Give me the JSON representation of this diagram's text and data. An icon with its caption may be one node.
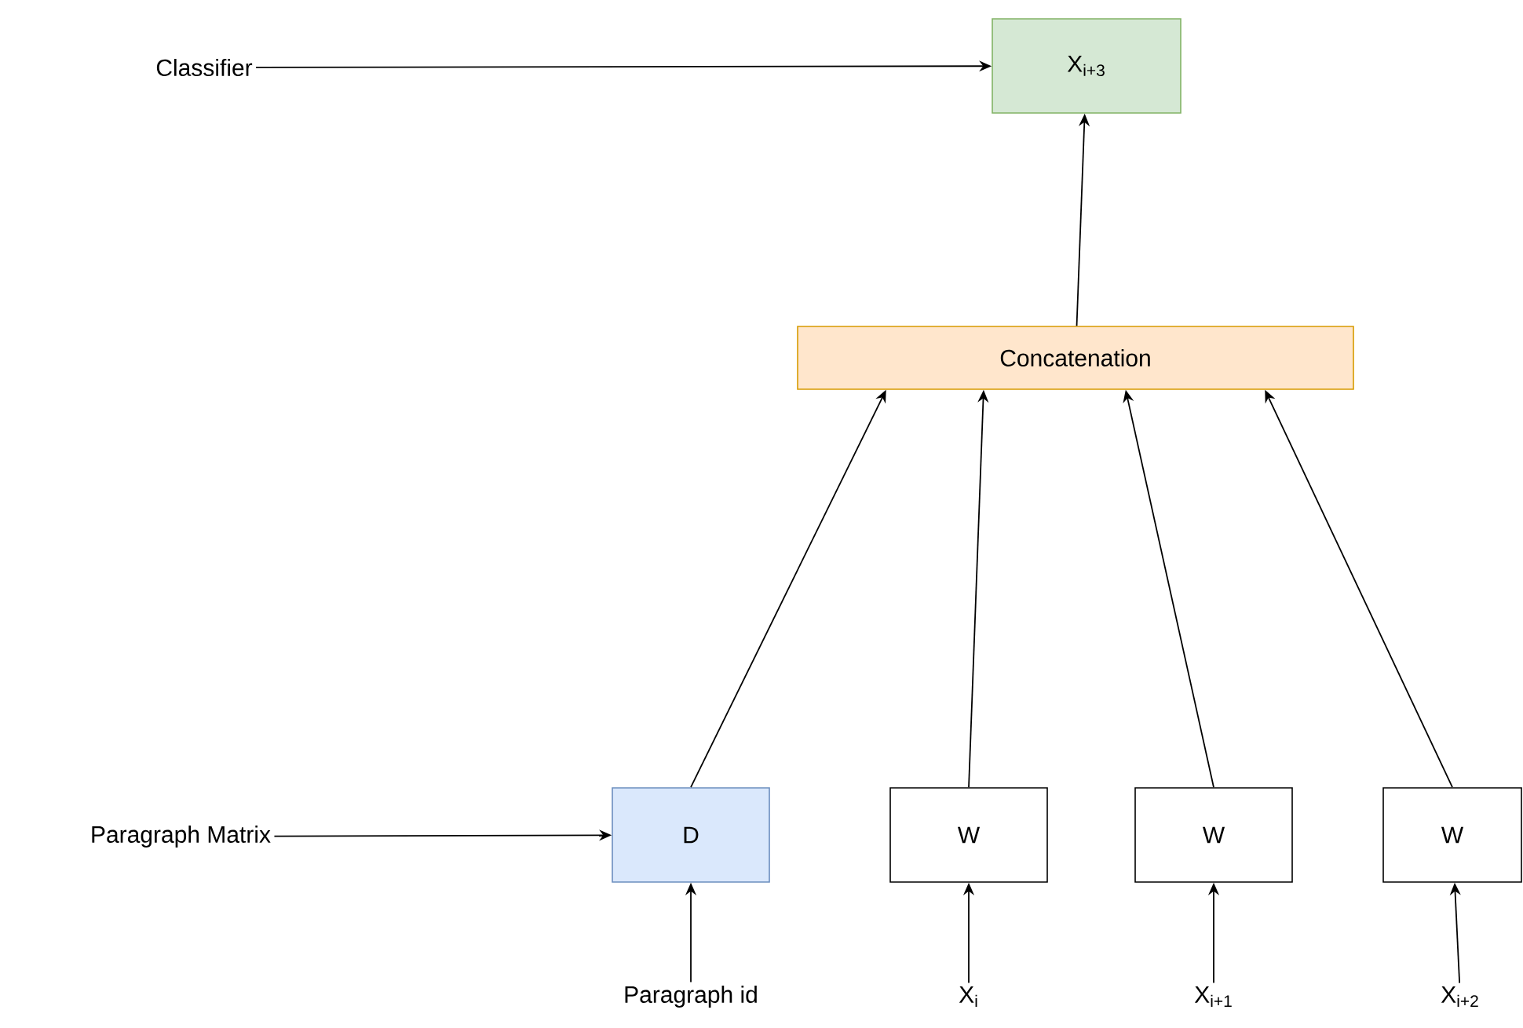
{
  "diagram": {
    "nodes": [
      {
        "text": [
          "Classifier"
        ]
      },
      {
        "text": [
          "X$_{i+3}$"
        ]
      },
      {
        "text": [
          "Concatenation"
        ]
      },
      {
        "text": [
          "Paragraph Matrix"
        ]
      },
      {
        "text": [
          "D"
        ]
      },
      {
        "text": [
          "W"
        ]
      },
      {
        "text": [
          "W"
        ]
      },
      {
        "text": [
          "W"
        ]
      },
      {
        "text": [
          "Paragraph id"
        ]
      },
      {
        "text": [
          "X$_{i}$"
        ]
      },
      {
        "text": [
          "X$_{i+1}$"
        ]
      },
      {
        "text": [
          "X$_{i+2}$"
        ]
      }
    ],
    "edges": [
      {
        "from": 0,
        "to": 1,
        "arrow": "to"
      },
      {
        "from": 2,
        "to": 1,
        "arrow": "to"
      },
      {
        "from": 4,
        "to": 2,
        "arrow": "to"
      },
      {
        "from": 5,
        "to": 2,
        "arrow": "to"
      },
      {
        "from": 6,
        "to": 2,
        "arrow": "to"
      },
      {
        "from": 7,
        "to": 2,
        "arrow": "to"
      },
      {
        "from": 3,
        "to": 4,
        "arrow": "to"
      },
      {
        "from": 8,
        "to": 4,
        "arrow": "to"
      },
      {
        "from": 9,
        "to": 5,
        "arrow": "to"
      },
      {
        "from": 10,
        "to": 6,
        "arrow": "to"
      },
      {
        "from": 11,
        "to": 7,
        "arrow": "to"
      }
    ]
  }
}
